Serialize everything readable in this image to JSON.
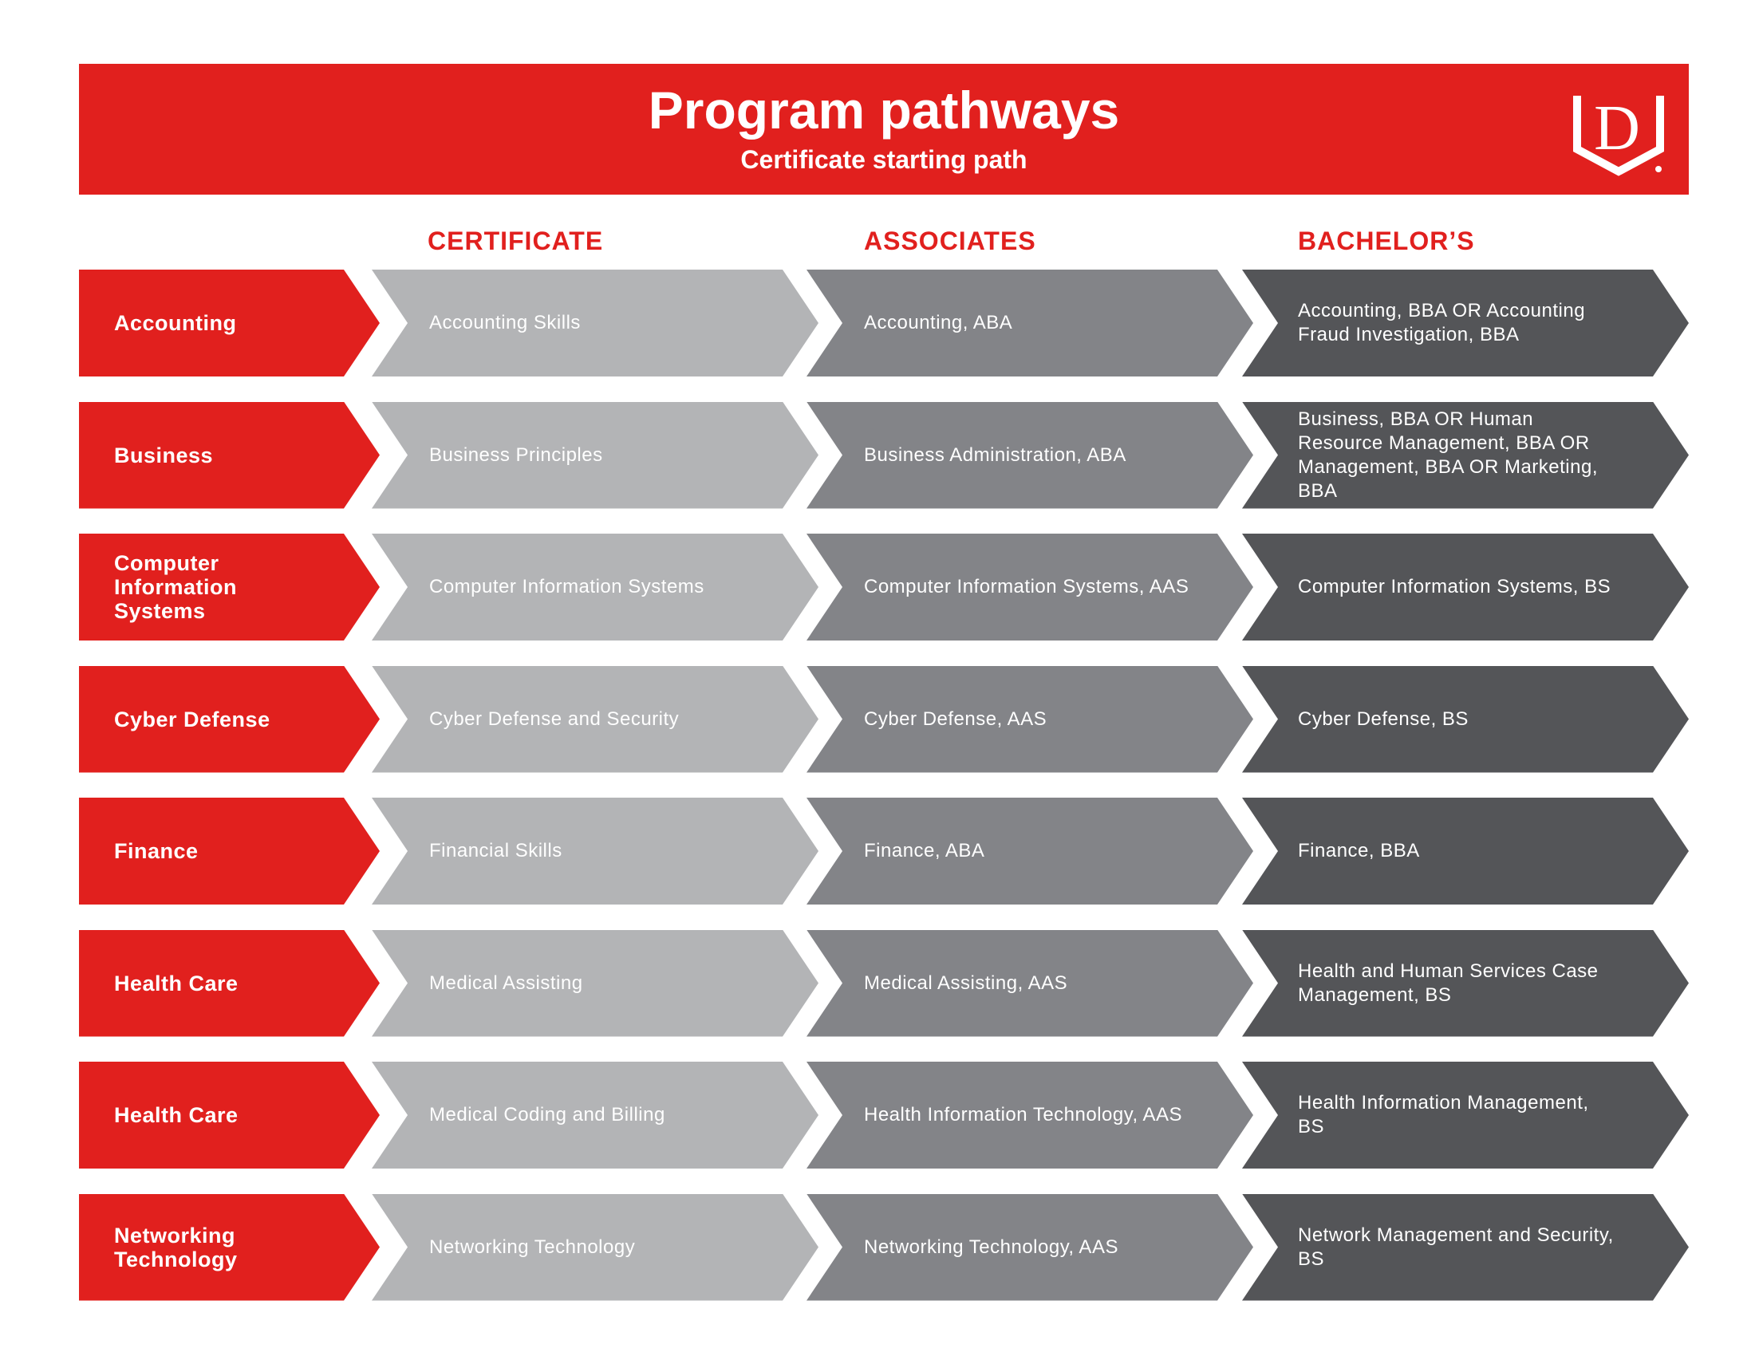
{
  "header": {
    "title": "Program pathways",
    "subtitle": "Certificate starting path"
  },
  "columns": [
    "CERTIFICATE",
    "ASSOCIATES",
    "BACHELOR’S"
  ],
  "colors": {
    "red": "#e1201e",
    "certificate": "#b3b4b6",
    "associates": "#838488",
    "bachelors": "#545558"
  },
  "rows": [
    {
      "program": "Accounting",
      "certificate": "Accounting Skills",
      "associates": "Accounting, ABA",
      "bachelors": "Accounting, BBA OR Accounting Fraud Investigation, BBA"
    },
    {
      "program": "Business",
      "certificate": "Business Principles",
      "associates": "Business Administration, ABA",
      "bachelors": "Business, BBA OR Human Resource Management, BBA OR Management, BBA OR Marketing, BBA"
    },
    {
      "program": "Computer Information Systems",
      "certificate": "Computer Information Systems",
      "associates": "Computer Information Systems, AAS",
      "bachelors": "Computer Information Systems, BS"
    },
    {
      "program": "Cyber Defense",
      "certificate": "Cyber Defense and Security",
      "associates": "Cyber Defense, AAS",
      "bachelors": "Cyber Defense, BS"
    },
    {
      "program": "Finance",
      "certificate": "Financial Skills",
      "associates": "Finance, ABA",
      "bachelors": "Finance, BBA"
    },
    {
      "program": "Health Care",
      "certificate": "Medical Assisting",
      "associates": "Medical Assisting, AAS",
      "bachelors": "Health and Human Services Case Management, BS"
    },
    {
      "program": "Health Care",
      "certificate": "Medical Coding and Billing",
      "associates": "Health Information Technology, AAS",
      "bachelors": "Health Information Management, BS"
    },
    {
      "program": "Networking Technology",
      "certificate": "Networking Technology",
      "associates": "Networking Technology, AAS",
      "bachelors": "Network Management and Security, BS"
    }
  ]
}
